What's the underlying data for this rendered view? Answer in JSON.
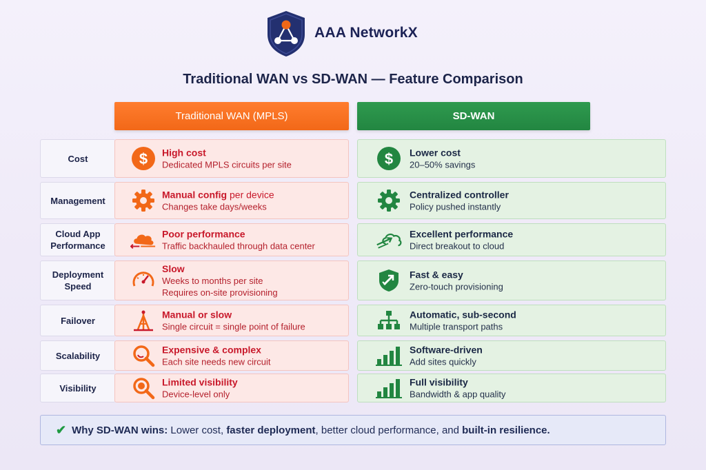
{
  "brand": {
    "name": "AAA NetworkX",
    "logo_icon": "network-shield-icon",
    "color": "#233070"
  },
  "title": "Traditional WAN vs SD-WAN — Feature Comparison",
  "columns": {
    "traditional": "Traditional WAN (MPLS)",
    "sdwan": "SD-WAN"
  },
  "colors": {
    "traditional": "#f26818",
    "sdwan": "#228641",
    "traditional_text": "#c8182a"
  },
  "rows": [
    {
      "label": "Cost",
      "trad": {
        "icon": "dollar-icon",
        "title": "High cost",
        "title_rest": "",
        "lines": [
          "Dedicated MPLS circuits per site"
        ]
      },
      "sd": {
        "icon": "dollar-icon",
        "title": "Lower cost",
        "lines": [
          "20–50% savings"
        ]
      }
    },
    {
      "label": "Management",
      "trad": {
        "icon": "gear-icon",
        "title": "Manual config",
        "title_rest": " per device",
        "lines": [
          "Changes take days/weeks"
        ]
      },
      "sd": {
        "icon": "gear-icon",
        "title": "Centralized controller",
        "lines": [
          "Policy pushed instantly"
        ]
      }
    },
    {
      "label": "Cloud App Performance",
      "trad": {
        "icon": "cloud-backhaul-icon",
        "title": "Poor performance",
        "title_rest": "",
        "lines": [
          "Traffic backhauled through data center"
        ]
      },
      "sd": {
        "icon": "cloud-breakout-icon",
        "title": "Excellent performance",
        "lines": [
          "Direct breakout to cloud"
        ]
      }
    },
    {
      "label": "Deployment Speed",
      "trad": {
        "icon": "speedometer-icon",
        "title": "Slow",
        "title_rest": "",
        "lines": [
          "Weeks to months per site",
          "Requires on-site provisioning"
        ]
      },
      "sd": {
        "icon": "rocket-shield-icon",
        "title": "Fast & easy",
        "lines": [
          "Zero-touch provisioning"
        ]
      }
    },
    {
      "label": "Failover",
      "trad": {
        "icon": "antenna-tower-icon",
        "title": "Manual or slow",
        "title_rest": "",
        "lines": [
          "Single circuit = single point of failure"
        ]
      },
      "sd": {
        "icon": "network-tree-icon",
        "title": "Automatic, sub-second",
        "lines": [
          "Multiple transport paths"
        ]
      }
    },
    {
      "label": "Scalability",
      "trad": {
        "icon": "search-icon",
        "title": "Expensive & complex",
        "title_rest": "",
        "lines": [
          "Each site needs new circuit"
        ]
      },
      "sd": {
        "icon": "bar-chart-icon",
        "title": "Software-driven",
        "lines": [
          "Add sites quickly"
        ]
      }
    },
    {
      "label": "Visibility",
      "trad": {
        "icon": "search-icon",
        "title": "Limited visibility",
        "title_rest": "",
        "lines": [
          "Device-level only"
        ]
      },
      "sd": {
        "icon": "bar-chart-icon",
        "title": "Full visibility",
        "lines": [
          "Bandwidth & app quality"
        ]
      }
    }
  ],
  "footer": {
    "icon": "checkmark-icon",
    "lead": "Why SD-WAN wins:",
    "p1": " Lower cost, ",
    "b1": "faster deployment",
    "p2": ", better cloud performance, and ",
    "b2": "built-in resilience."
  }
}
